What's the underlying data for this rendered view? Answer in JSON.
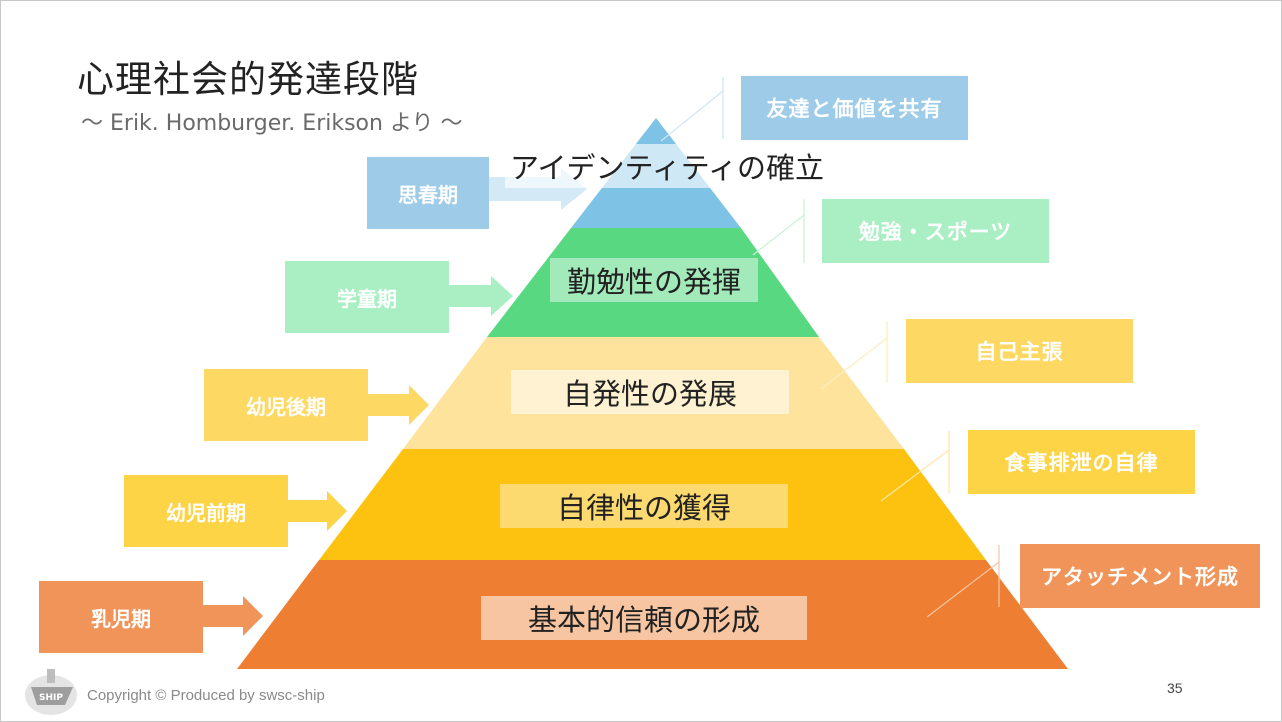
{
  "slide": {
    "title": "心理社会的発達段階",
    "subtitle": "〜 Erik. Homburger. Erikson より 〜",
    "page_number": "35",
    "footer": "Copyright © Produced by swsc-ship",
    "logo_text": "SHIP",
    "logo_icon": "ship-icon"
  },
  "layers": [
    {
      "label": "アイデンティティの確立",
      "color": "#7ec2e6"
    },
    {
      "label": "勤勉性の発揮",
      "color": "#58d981"
    },
    {
      "label": "自発性の発展",
      "color": "#fde39c"
    },
    {
      "label": "自律性の獲得",
      "color": "#fcc20f"
    },
    {
      "label": "基本的信頼の形成",
      "color": "#ee7e32"
    }
  ],
  "stages": [
    {
      "label": "思春期",
      "color": "#9dcbe8"
    },
    {
      "label": "学童期",
      "color": "#a9efc3"
    },
    {
      "label": "幼児後期",
      "color": "#fdd964"
    },
    {
      "label": "幼児前期",
      "color": "#fdd445"
    },
    {
      "label": "乳児期",
      "color": "#f0945a"
    }
  ],
  "tasks": [
    {
      "label": "友達と価値を共有",
      "color": "#9dcbe8"
    },
    {
      "label": "勉強・スポーツ",
      "color": "#a9efc3"
    },
    {
      "label": "自己主張",
      "color": "#fdd964"
    },
    {
      "label": "食事排泄の自律",
      "color": "#fdd445"
    },
    {
      "label": "アタッチメント形成",
      "color": "#f0945a"
    }
  ]
}
